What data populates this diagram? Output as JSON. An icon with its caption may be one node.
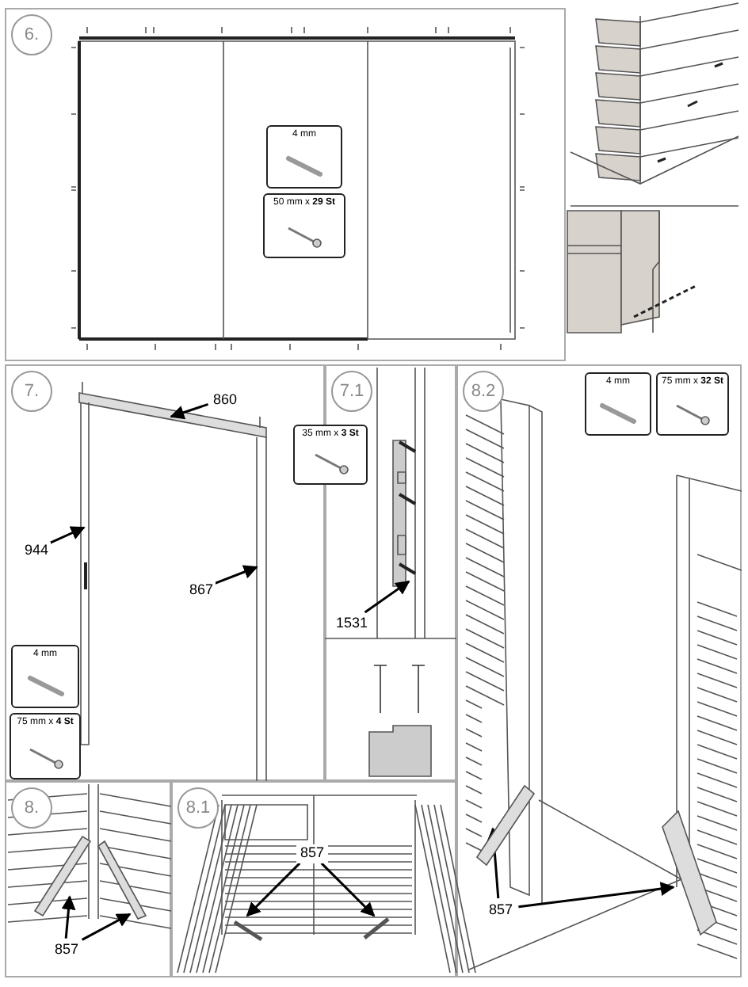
{
  "diagram": {
    "nodes": [
      {
        "text": [
          "6."
        ]
      },
      {
        "text": [
          "4 mm"
        ],
        "in": 0
      },
      {
        "text": [
          "50 mm x **29 St**"
        ],
        "in": 0
      },
      {
        "text": [
          "7."
        ]
      },
      {
        "text": [
          "860"
        ],
        "in": 3
      },
      {
        "text": [
          "944"
        ],
        "in": 3
      },
      {
        "text": [
          "867"
        ],
        "in": 3
      },
      {
        "text": [
          "4 mm"
        ],
        "in": 3
      },
      {
        "text": [
          "75 mm x **4 St**"
        ],
        "in": 3
      },
      {
        "text": [
          "7.1"
        ]
      },
      {
        "text": [
          "35 mm x **3 St**"
        ]
      },
      {
        "text": [
          "1531"
        ],
        "in": 9
      },
      {
        "text": [
          "8.2"
        ]
      },
      {
        "text": [
          "4 mm"
        ],
        "in": 12
      },
      {
        "text": [
          "75 mm x **32 St**"
        ],
        "in": 12
      },
      {
        "text": [
          "857"
        ],
        "in": 12
      },
      {
        "text": [
          "8."
        ]
      },
      {
        "text": [
          "857"
        ],
        "in": 16
      },
      {
        "text": [
          "8.1"
        ]
      },
      {
        "text": [
          "857"
        ],
        "in": 18
      },
      {
        "text": [],
        "shape": "bar",
        "in": 12
      }
    ],
    "edges": [
      {
        "from": 4,
        "to": null,
        "arrow": "to"
      },
      {
        "from": 5,
        "to": null,
        "arrow": "to"
      },
      {
        "from": 6,
        "to": null,
        "arrow": "to"
      },
      {
        "from": 11,
        "to": null,
        "arrow": "to"
      },
      {
        "from": 15,
        "to": 20,
        "arrow": "to"
      },
      {
        "from": 15,
        "to": null,
        "arrow": "to"
      },
      {
        "from": 17,
        "to": null,
        "arrow": "to"
      },
      {
        "from": 17,
        "to": null,
        "arrow": "to"
      },
      {
        "from": 19,
        "to": null,
        "arrow": "to"
      },
      {
        "from": 19,
        "to": null,
        "arrow": "to"
      }
    ]
  }
}
